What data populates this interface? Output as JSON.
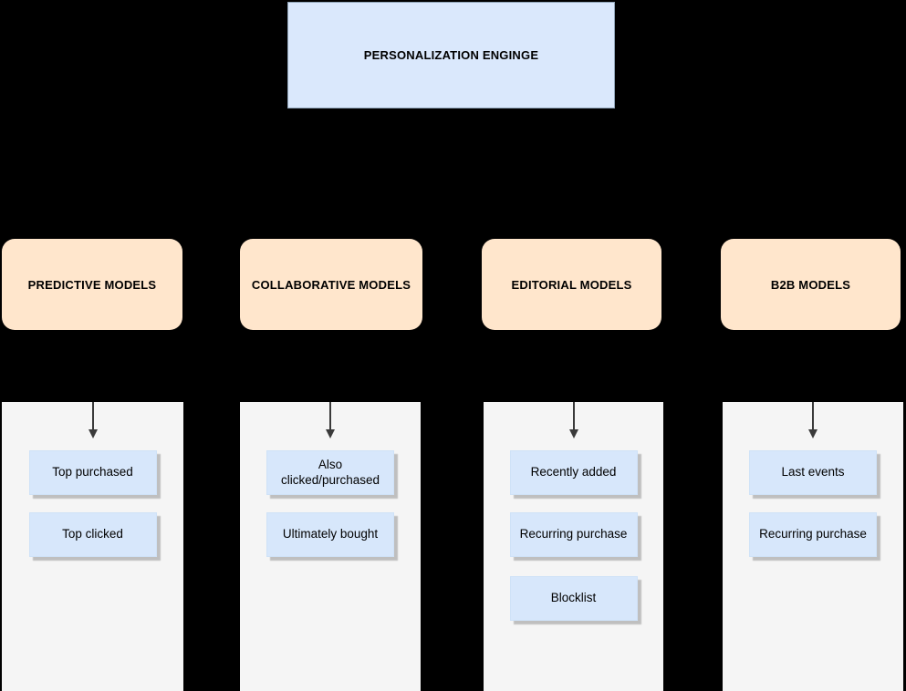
{
  "diagram": {
    "background_color": "#000000",
    "panel_color": "#f5f5f5",
    "root_node_color": "#dae8fc",
    "category_node_color": "#ffe6cc",
    "item_node_color": "#d7e7fb",
    "arrow_color": "#3a3a3a",
    "root": {
      "label": "PERSONALIZATION ENGINGE"
    },
    "columns": [
      {
        "title": "PREDICTIVE MODELS",
        "items": [
          "Top purchased",
          "Top clicked"
        ]
      },
      {
        "title": "COLLABORATIVE MODELS",
        "items": [
          "Also clicked/purchased",
          "Ultimately bought"
        ]
      },
      {
        "title": "EDITORIAL MODELS",
        "items": [
          "Recently added",
          "Recurring purchase",
          "Blocklist"
        ]
      },
      {
        "title": "B2B MODELS",
        "items": [
          "Last events",
          "Recurring purchase"
        ]
      }
    ]
  }
}
